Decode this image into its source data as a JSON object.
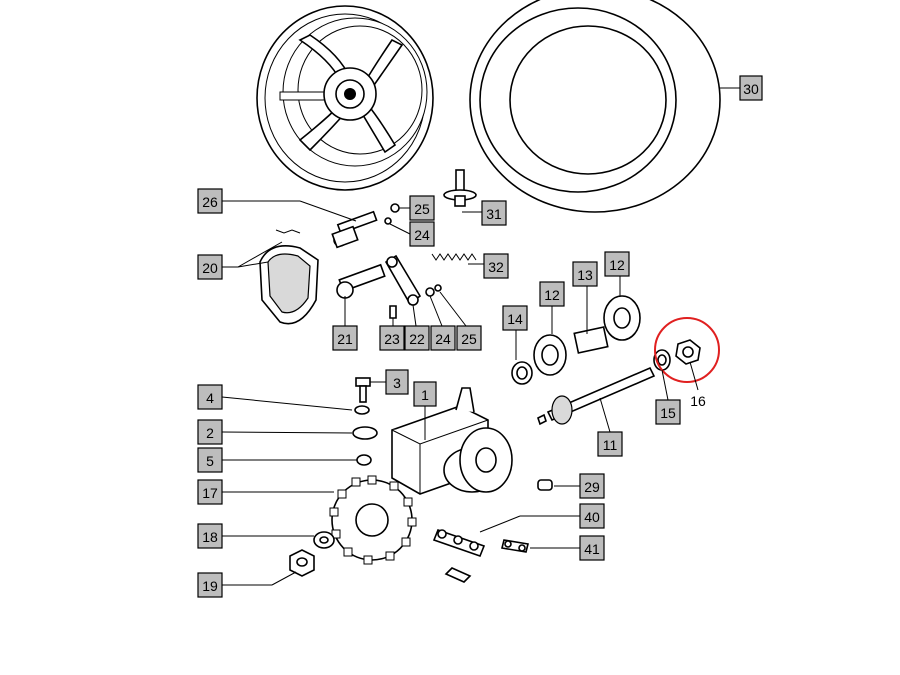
{
  "callouts": {
    "c30": "30",
    "c26": "26",
    "c25a": "25",
    "c31": "31",
    "c24a": "24",
    "c32": "32",
    "c20": "20",
    "c21": "21",
    "c23": "23",
    "c22": "22",
    "c24b": "24",
    "c25b": "25",
    "c12a": "12",
    "c13": "13",
    "c12b": "12",
    "c14": "14",
    "c15": "15",
    "c16": "16",
    "c11": "11",
    "c4": "4",
    "c3": "3",
    "c1": "1",
    "c2": "2",
    "c5": "5",
    "c17": "17",
    "c29": "29",
    "c40": "40",
    "c18": "18",
    "c41": "41",
    "c19": "19"
  },
  "highlight": {
    "color": "#e02020",
    "part": "16"
  },
  "colors": {
    "callout_fill": "#bdbdbd",
    "line": "#000000"
  }
}
